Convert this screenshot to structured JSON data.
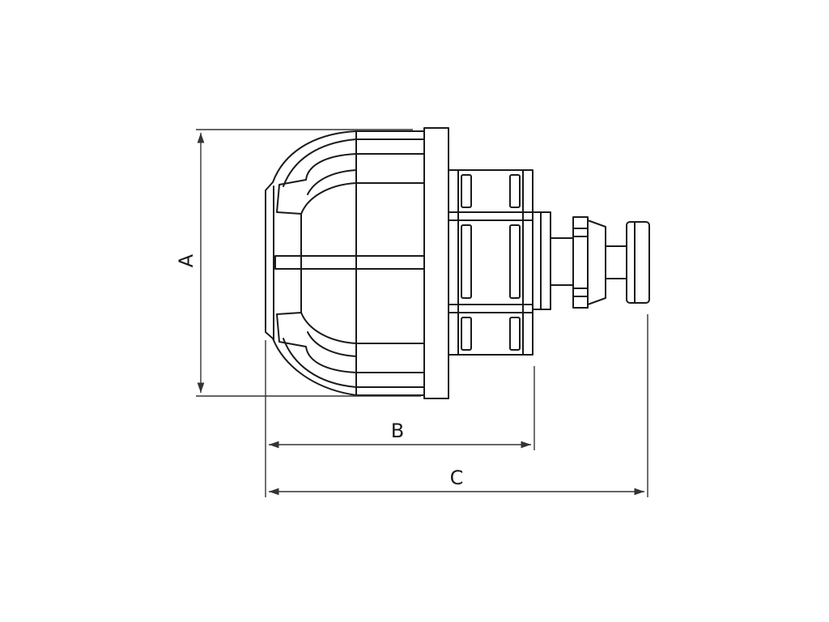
{
  "diagram": {
    "dimensions": {
      "a": "A",
      "b": "B",
      "c": "C"
    },
    "colors": {
      "line": "#1a1a1a",
      "dimension_line": "#333333",
      "background": "#ffffff"
    }
  }
}
